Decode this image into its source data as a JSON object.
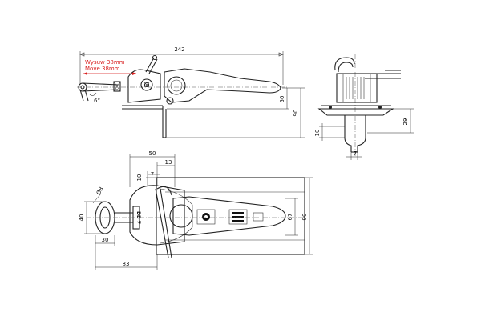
{
  "note": {
    "line1": "Wysuw 38mm",
    "line2": "Move 38mm",
    "color": "#d81e1e"
  },
  "side_view": {
    "overall_width": "242",
    "height_handle": "50",
    "height_total": "90",
    "angle": "6°"
  },
  "end_view": {
    "height": "29",
    "plate_thickness": "10",
    "slot_width": "7"
  },
  "top_view": {
    "base_width": "50",
    "offset_10": "10",
    "offset_13": "13",
    "offset_7": "7",
    "hole_diameter": "Ø8",
    "eye_width": "40",
    "eye_offset": "30",
    "eye_to_base": "83",
    "plate_width_67": "67",
    "plate_width_90": "90",
    "plate_text": "DB 7"
  },
  "icons": [
    "bolt-head-icon",
    "safety-sticker-icon",
    "warning-sticker-icon"
  ]
}
